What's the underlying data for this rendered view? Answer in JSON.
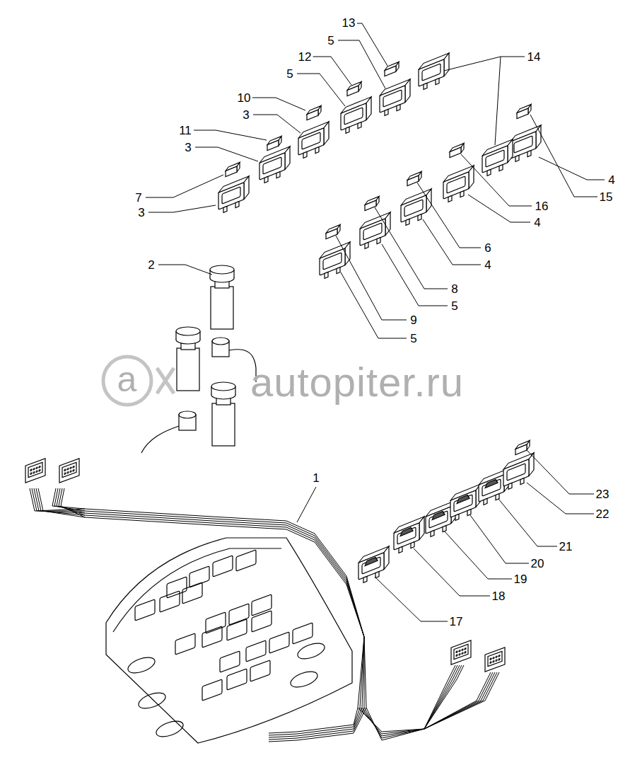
{
  "diagram": {
    "labels": [
      "13",
      "5",
      "14",
      "12",
      "5",
      "10",
      "3",
      "11",
      "3",
      "15",
      "7",
      "3",
      "4",
      "16",
      "4",
      "2",
      "6",
      "4",
      "8",
      "5",
      "9",
      "5",
      "1",
      "23",
      "22",
      "21",
      "20",
      "19",
      "18",
      "17",
      "a",
      "autopiter.ru"
    ]
  }
}
